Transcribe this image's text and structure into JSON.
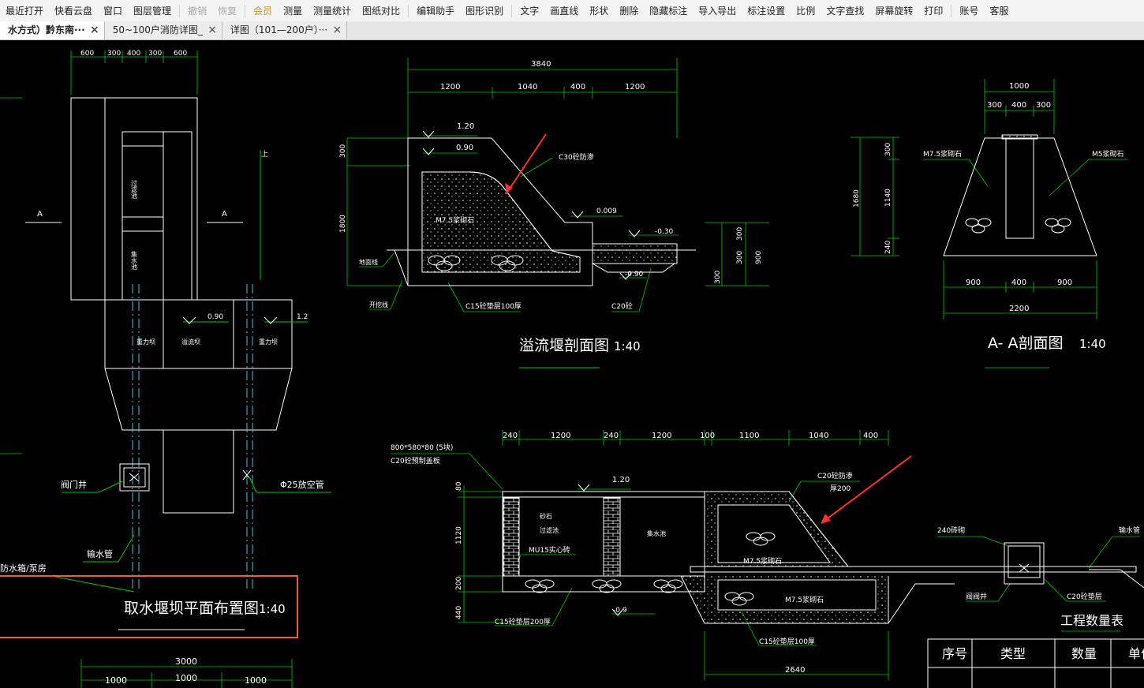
{
  "toolbar": {
    "items": [
      "最近打开",
      "快看云盘",
      "窗口",
      "图层管理",
      "撤销",
      "恢复",
      "会员",
      "测量",
      "测量统计",
      "图纸对比",
      "编辑助手",
      "图形识别",
      "文字",
      "画直线",
      "形状",
      "删除",
      "隐藏标注",
      "导入导出",
      "标注设置",
      "比例",
      "文字查找",
      "屏幕旋转",
      "打印",
      "账号",
      "客服"
    ]
  },
  "tabs": [
    {
      "label": "水方式）黔东南···",
      "active": true
    },
    {
      "label": "50~100户消防详图_",
      "active": false
    },
    {
      "label": "详图（101—200户）···",
      "active": false
    }
  ],
  "drawing": {
    "plan": {
      "title": "取水堰坝平面布置图",
      "scale": "1:40",
      "dims_top": [
        "600",
        "300",
        "400",
        "300",
        "600"
      ],
      "section_mark": "A",
      "label_filter": "过滤池",
      "label_collect": "集水池",
      "label_gravity_left": "重力坝",
      "label_overflow": "溢流坝",
      "label_gravity_right": "重力坝",
      "elev_090": "0.90",
      "elev_12": "1.2",
      "arrow_up": "上",
      "label_valve_well": "阀门井",
      "label_vent_pipe": "Φ25放空管",
      "label_pipe": "输水管",
      "label_tank": "防水箱/泵房",
      "dim_total": "3000",
      "dims_bottom": [
        "1000",
        "1000",
        "1000"
      ]
    },
    "overflow_section": {
      "title": "溢流堰剖面图",
      "scale": "1:40",
      "dim_total": "3840",
      "dims": [
        "1200",
        "1040",
        "400",
        "1200"
      ],
      "elev_120": "1.20",
      "elev_090": "0.90",
      "elev_0009": "0.009",
      "elev_m030": "-0.30",
      "elev_m090": "-0.90",
      "label_c30": "C30砼防渗",
      "label_m75": "M7.5浆砌石",
      "label_ground": "地面线",
      "label_excav": "开挖线",
      "label_c15": "C15砼垫层100厚",
      "label_c20": "C20砼",
      "vdims_left": [
        "300",
        "1800"
      ],
      "vdims_right": [
        "300",
        "300",
        "300",
        "900"
      ]
    },
    "aa_section": {
      "title": "A- A剖面图",
      "scale": "1:40",
      "dim_top": "1000",
      "dims_top": [
        "300",
        "400",
        "300"
      ],
      "dims_bottom": [
        "900",
        "400",
        "900"
      ],
      "dim_bottom_total": "2200",
      "vdim_total": "1680",
      "vdims": [
        "300",
        "1140",
        "240"
      ],
      "label_m75": "M7.5浆砌石",
      "label_m5": "M5浆砌石"
    },
    "filter_section": {
      "dims_top": [
        "240",
        "1200",
        "240",
        "1200",
        "100",
        "1100",
        "1040",
        "400"
      ],
      "label_slab": "800*580*80 (5块)",
      "label_slab2": "C20砼预制盖板",
      "elev_120": "1.20",
      "elev_m09": "-0.9",
      "label_c20_anti": "C20砼防渗",
      "label_c20_anti2": "厚200",
      "label_sand": "砂石",
      "label_filter": "过滤池",
      "label_collect": "集水池",
      "label_mu15": "MU15实心砖",
      "label_m75_a": "M7.5浆砌石",
      "label_m75_b": "M7.5浆砌石",
      "label_c15_200": "C15砼垫层200厚",
      "label_c15_100": "C15砼垫层100厚",
      "vdims": [
        "80",
        "1120",
        "200",
        "440"
      ],
      "dim_bottom": "2640",
      "label_240brick": "240砖砌",
      "label_valve_well": "阀阀井",
      "label_c20_pad": "C20砼垫层",
      "label_pipe": "输水管"
    },
    "quantity_table": {
      "title": "工程数量表",
      "headers": [
        "序号",
        "类型",
        "数量",
        "单位"
      ]
    }
  },
  "colors": {
    "dim": "#00c800",
    "line": "#ffffff",
    "red_arrow": "#ff3030",
    "orange_box": "#e8641e",
    "cyan": "#30c8e0"
  }
}
